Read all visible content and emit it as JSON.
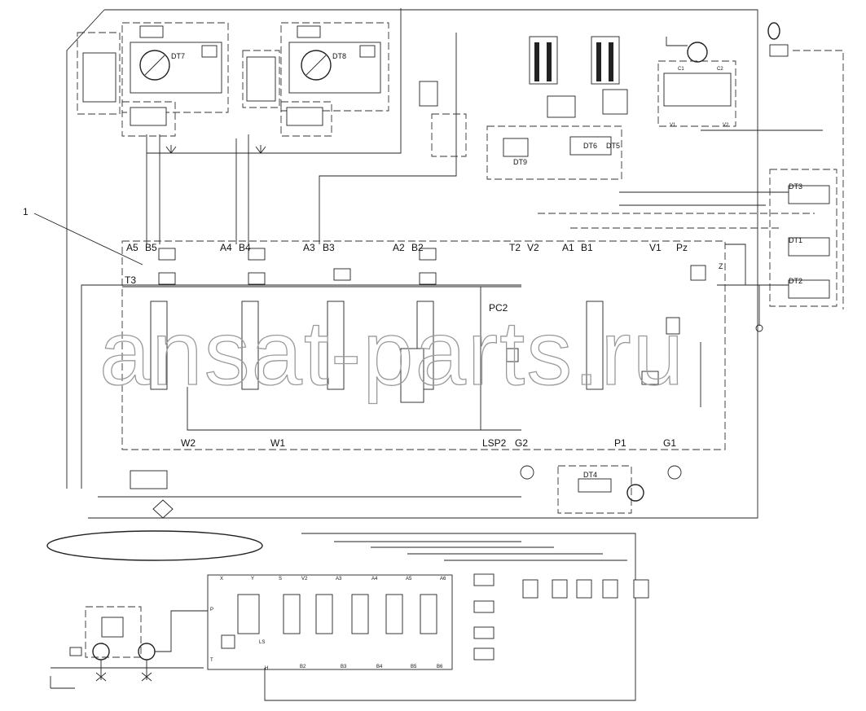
{
  "callout": "1",
  "solenoids": [
    "DT7",
    "DT8",
    "DT9",
    "DT6",
    "DT5",
    "DT3",
    "DT1",
    "DT2",
    "DT4"
  ],
  "ports_top": [
    "A5",
    "B5",
    "A4",
    "B4",
    "A3",
    "B3",
    "A2",
    "B2",
    "T2",
    "V2",
    "A1",
    "B1",
    "V1",
    "Pz"
  ],
  "labels": {
    "t3": "T3",
    "pc2": "PC2",
    "z": "Z",
    "w2": "W2",
    "w1": "W1",
    "lsp2": "LSP2",
    "g2": "G2",
    "p1": "P1",
    "g1": "G1",
    "c1": "C1",
    "c2": "C2",
    "v1_small": "V1",
    "v2_small": "V2"
  },
  "pilot_ports": [
    "X",
    "Y",
    "S",
    "V2",
    "A3",
    "A4",
    "A5",
    "A6"
  ],
  "pilot_ports_bottom": [
    "B2",
    "B3",
    "B4",
    "B5",
    "B6"
  ],
  "pilot_side": [
    "P",
    "T",
    "LS",
    "H"
  ],
  "watermark": "ansat-parts.ru",
  "icons": [
    "pump-motor-icon",
    "accumulator-icon",
    "filter-icon",
    "gauge-icon",
    "cylinder-icon"
  ]
}
